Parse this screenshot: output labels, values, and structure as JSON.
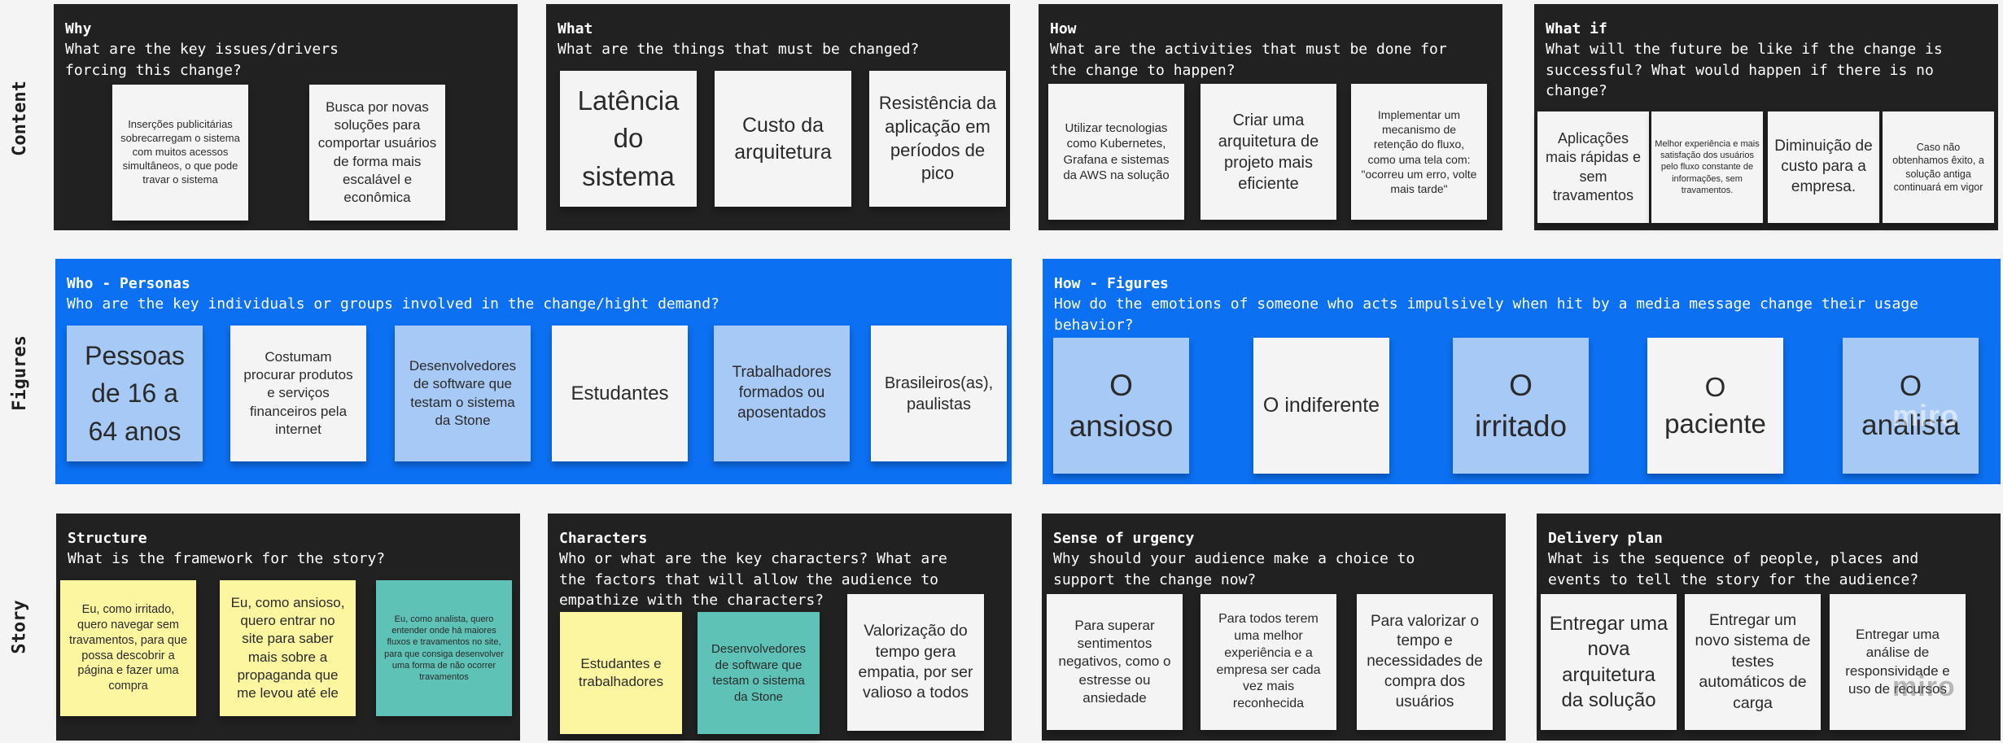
{
  "rows": {
    "content": "Content",
    "figures": "Figures",
    "story": "Story"
  },
  "frames": {
    "why": {
      "title": "Why",
      "question": "What are the key issues/drivers\nforcing this change?",
      "notes": [
        "Inserções publicitárias sobrecarregam o sistema com muitos acessos simultâneos, o que pode travar o sistema",
        "Busca por novas soluções para comportar usuários de forma mais escalável e econômica"
      ]
    },
    "what": {
      "title": "What",
      "question": "What are the things that must be changed?",
      "notes": [
        "Latência do sistema",
        "Custo da arquitetura",
        "Resistência da aplicação em períodos de pico"
      ]
    },
    "how": {
      "title": "How",
      "question": "What are the activities that must be done for\nthe change to happen?",
      "notes": [
        "Utilizar tecnologias como Kubernetes, Grafana e sistemas da AWS na solução",
        "Criar uma arquitetura de projeto mais eficiente",
        "Implementar um mecanismo de retenção do fluxo, como uma tela com: \"ocorreu um erro, volte mais tarde\""
      ]
    },
    "whatif": {
      "title": "What if",
      "question": "What will the future be like if the change is\nsuccessful? What would happen if there is no\nchange?",
      "notes": [
        "Aplicações mais rápidas e sem travamentos",
        "Melhor experiência e mais satisfação dos usuários pelo fluxo constante de informações, sem travamentos.",
        "Diminuição de custo para a empresa.",
        "Caso não obtenhamos êxito, a solução antiga continuará em vigor"
      ]
    },
    "personas": {
      "title": "Who - Personas",
      "question": "Who are the key individuals or groups involved in the change/hight demand?",
      "notes": [
        "Pessoas de 16 a 64 anos",
        "Costumam procurar produtos e serviços financeiros pela internet",
        "Desenvolvedores de software que testam o sistema da Stone",
        "Estudantes",
        "Trabalhadores formados ou aposentados",
        "Brasileiros(as), paulistas"
      ]
    },
    "figures": {
      "title": "How - Figures",
      "question": "How do the emotions of someone who acts impulsively when hit by a media message change their usage\nbehavior?",
      "notes": [
        "O ansioso",
        "O indiferente",
        "O irritado",
        "O paciente",
        "O analista"
      ]
    },
    "structure": {
      "title": "Structure",
      "question": "What is the framework for the story?",
      "notes": [
        "Eu, como irritado, quero navegar sem travamentos, para que possa descobrir a página e fazer uma compra",
        "Eu, como ansioso, quero entrar no site para saber mais sobre a propaganda que me levou até ele",
        "Eu, como analista, quero entender onde há maiores fluxos e travamentos no site, para que consiga desenvolver uma forma de não ocorrer travamentos"
      ]
    },
    "characters": {
      "title": "Characters",
      "question": "Who or what are the key characters? What are\nthe factors that will allow the audience to\nempathize with the characters?",
      "notes": [
        "Estudantes e trabalhadores",
        "Desenvolvedores de software que testam o sistema da Stone",
        "Valorização do tempo gera empatia, por ser valioso a todos"
      ]
    },
    "urgency": {
      "title": "Sense of urgency",
      "question": "Why should your audience make a choice to\nsupport the change now?",
      "notes": [
        "Para superar sentimentos negativos, como o estresse ou ansiedade",
        "Para todos terem uma melhor experiência e a empresa ser cada vez mais reconhecida",
        "Para valorizar o tempo e necessidades de compra dos usuários"
      ]
    },
    "delivery": {
      "title": "Delivery plan",
      "question": "What is the sequence of people, places and\nevents to tell the story for the audience?",
      "notes": [
        "Entregar uma nova arquitetura da solução",
        "Entregar um novo sistema de testes automáticos de carga",
        "Entregar uma análise de responsividade e uso de recursos"
      ]
    }
  },
  "watermark": "miro",
  "colors": {
    "frame_dark": "#212121",
    "frame_blue": "#0c70f2",
    "note_white": "#f4f4f4",
    "note_lightblue": "#a7c9f5",
    "note_yellow": "#fdf6a1",
    "note_teal": "#5ec2b7"
  }
}
